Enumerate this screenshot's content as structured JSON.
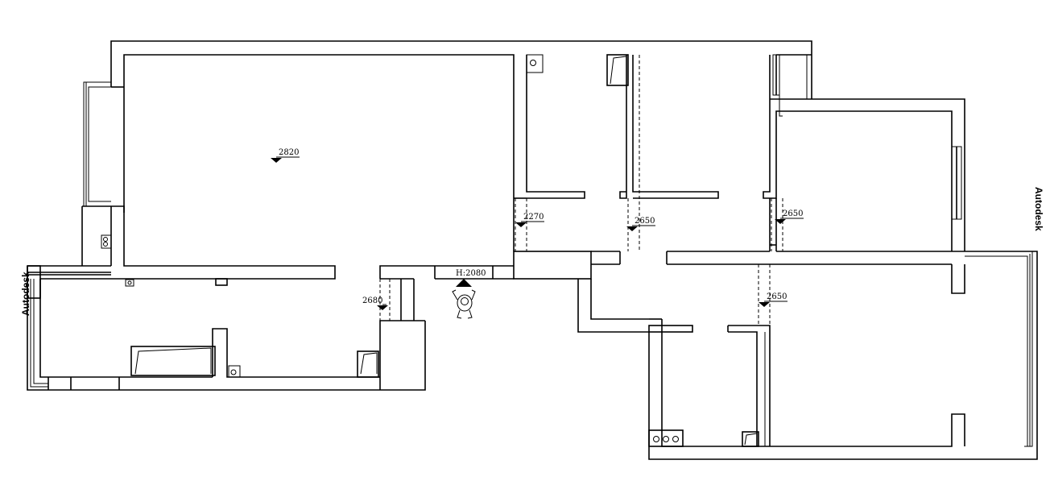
{
  "plan": {
    "ceiling_labels": {
      "main_hall": "2820",
      "corridor_left": "2270",
      "corridor_mid": "2650",
      "corridor_right": "2650",
      "west_room": "2680",
      "lower_right": "2650"
    },
    "door_height_label": "H:2080",
    "watermark_left": "Autodesk",
    "watermark_right": "Autodesk"
  }
}
